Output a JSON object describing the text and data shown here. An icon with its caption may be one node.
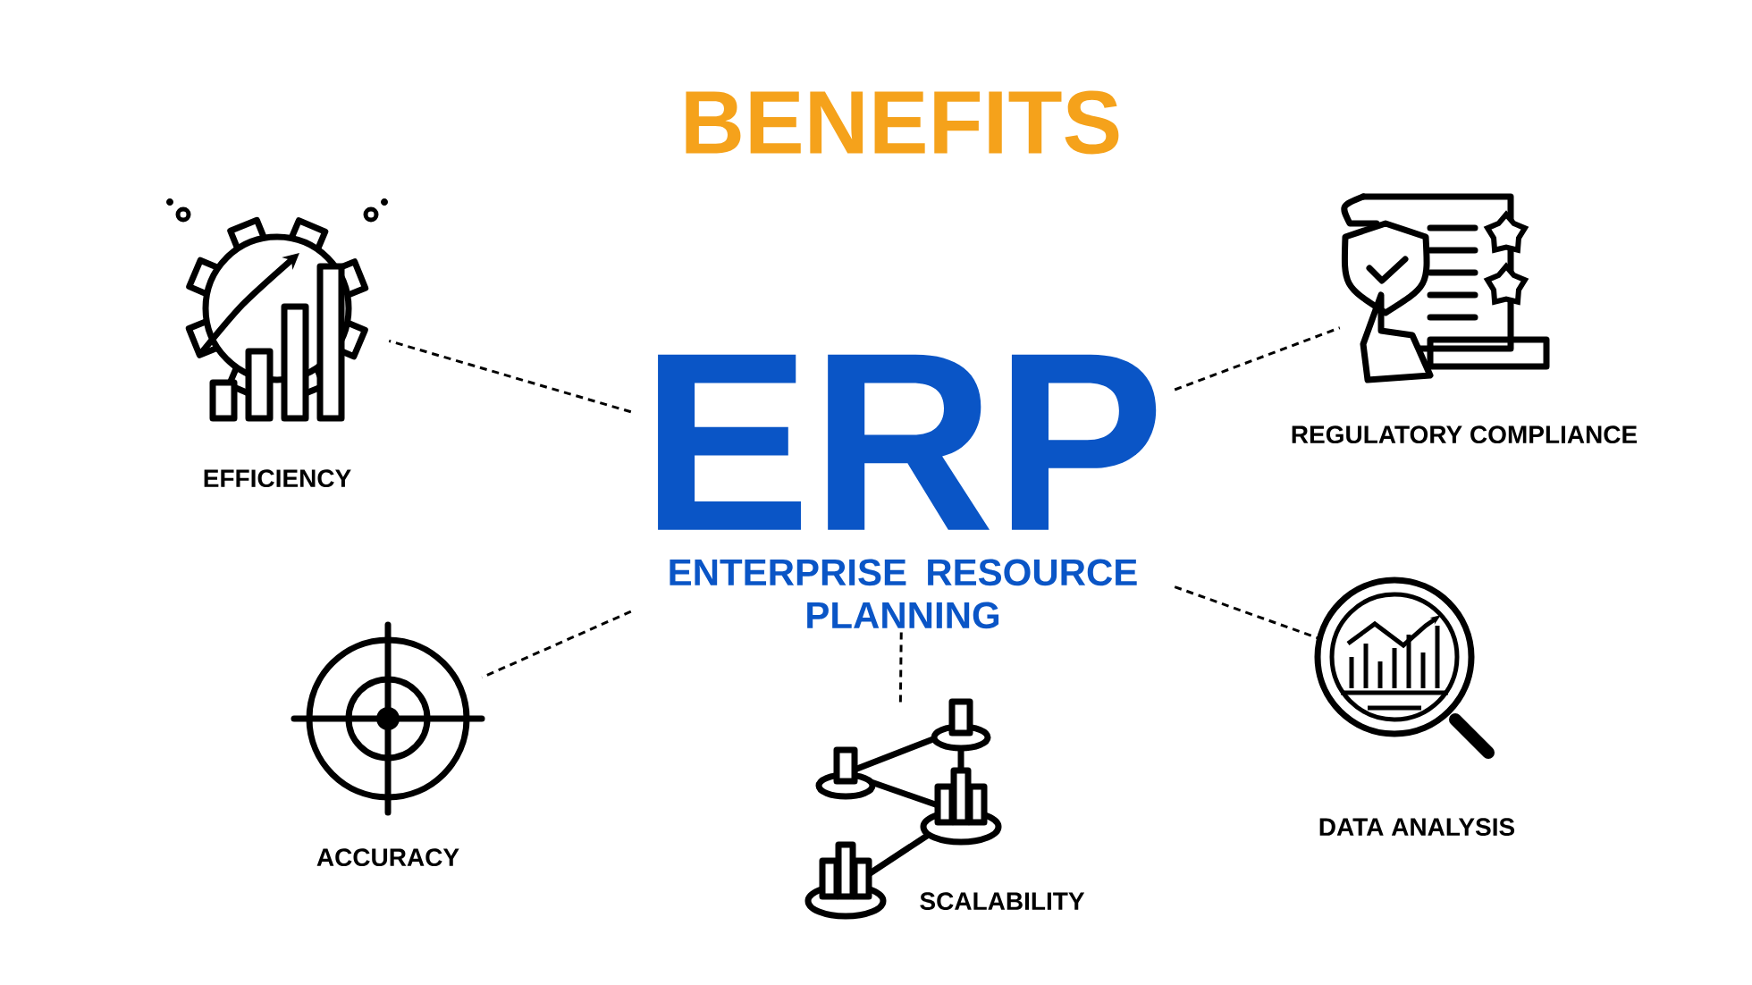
{
  "diagram": {
    "title": "BENEFITS",
    "nodes": [
      {
        "text": [
          "ERP",
          "ENTERPRISE RESOURCE PLANNING"
        ]
      },
      {
        "text": [
          "EFFICIENCY"
        ]
      },
      {
        "text": [
          "REGULATORY COMPLIANCE"
        ]
      },
      {
        "text": [
          "ACCURACY"
        ]
      },
      {
        "text": [
          "SCALABILITY"
        ]
      },
      {
        "text": [
          "DATA ANALYSIS"
        ]
      }
    ],
    "edges": [
      {
        "from": 0,
        "to": 1,
        "arrow": "none"
      },
      {
        "from": 0,
        "to": 2,
        "arrow": "none"
      },
      {
        "from": 0,
        "to": 3,
        "arrow": "none"
      },
      {
        "from": 0,
        "to": 4,
        "arrow": "none"
      },
      {
        "from": 0,
        "to": 5,
        "arrow": "none"
      }
    ]
  }
}
